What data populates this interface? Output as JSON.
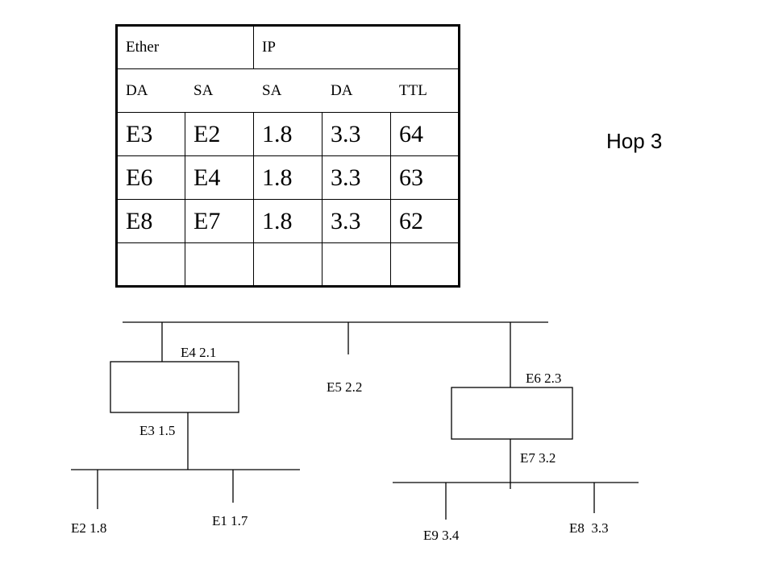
{
  "table": {
    "header1": [
      "Ether",
      "IP",
      ""
    ],
    "header2": [
      "DA",
      "SA",
      "SA",
      "DA",
      "TTL"
    ],
    "rows": [
      [
        "E3",
        "E2",
        "1.8",
        "3.3",
        "64"
      ],
      [
        "E6",
        "E4",
        "1.8",
        "3.3",
        "63"
      ],
      [
        "E8",
        "E7",
        "1.8",
        "3.3",
        "62"
      ],
      [
        "",
        "",
        "",
        "",
        ""
      ]
    ]
  },
  "title": "Hop 3",
  "labels": {
    "e4": "E4 2.1",
    "e5": "E5 2.2",
    "e6": "E6 2.3",
    "e3": "E3 1.5",
    "e7": "E7 3.2",
    "e2": "E2 1.8",
    "e1": "E1 1.7",
    "e9": "E9 3.4",
    "e8": "E8  3.3"
  }
}
